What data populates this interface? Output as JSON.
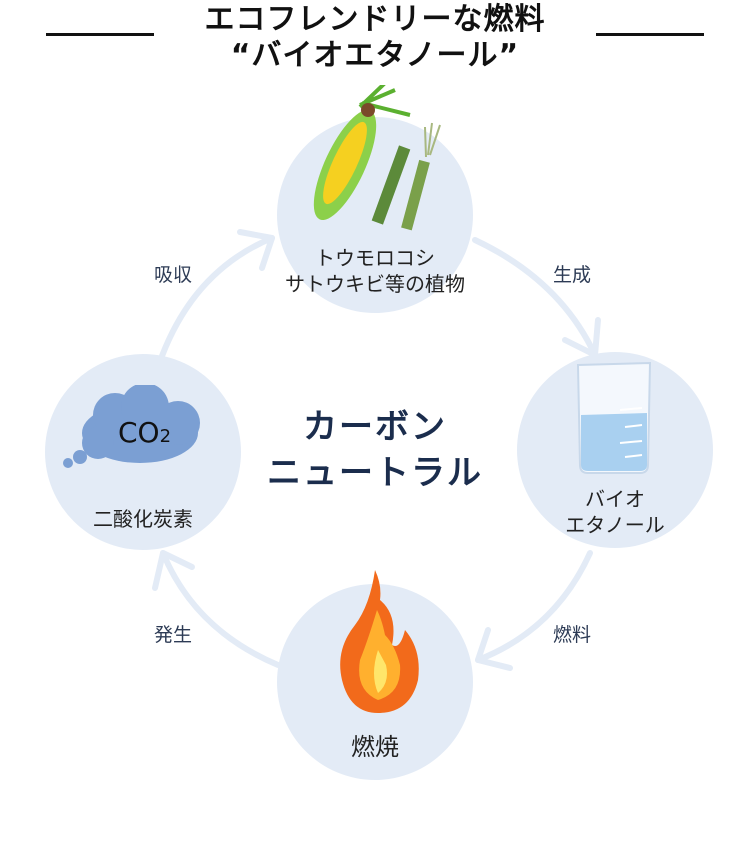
{
  "title": {
    "line1": "エコフレンドリーな燃料",
    "line2": "“バイオエタノール”"
  },
  "center": {
    "line1": "カーボン",
    "line2": "ニュートラル"
  },
  "nodes": {
    "plants": {
      "line1": "トウモロコシ",
      "line2": "サトウキビ等の植物",
      "icon": "corn-sugarcane-icon"
    },
    "ethanol": {
      "line1": "バイオ",
      "line2": "エタノール",
      "icon": "beaker-icon"
    },
    "combustion": {
      "label": "燃焼",
      "icon": "flame-icon"
    },
    "co2": {
      "label": "二酸化炭素",
      "cloud_text": "CO",
      "cloud_sub": "2",
      "icon": "cloud-icon"
    }
  },
  "edges": {
    "plants_to_ethanol": "生成",
    "ethanol_to_combustion": "燃料",
    "combustion_to_co2": "発生",
    "co2_to_plants": "吸収"
  },
  "colors": {
    "circle_fill": "#e3ebf6",
    "arrow": "#e3ebf6",
    "center_text": "#1b2d4d",
    "cloud": "#7b9fd3"
  }
}
